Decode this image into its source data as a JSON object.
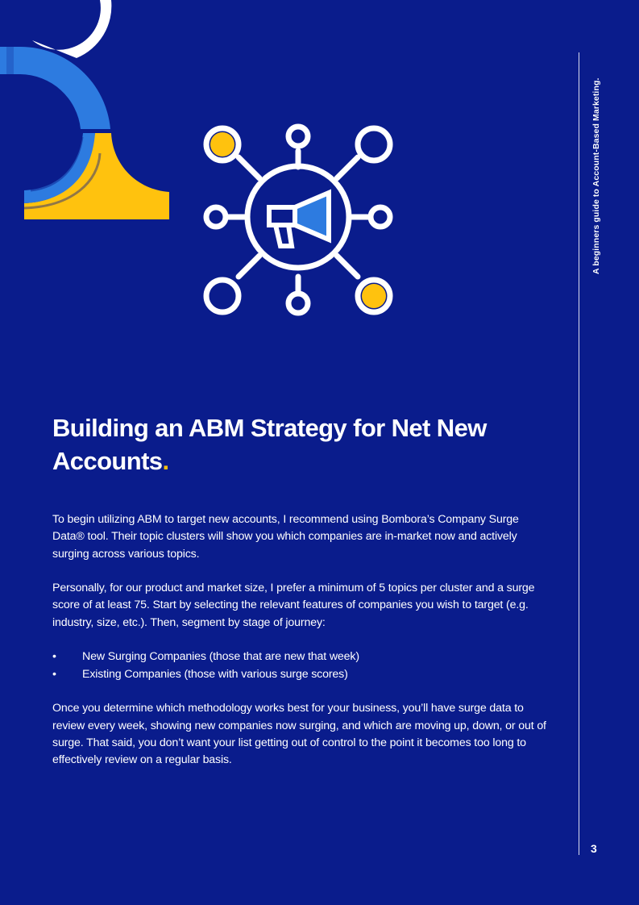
{
  "colors": {
    "background": "#0a1c8c",
    "accent_yellow": "#ffc20e",
    "accent_blue": "#2d7be0",
    "white": "#ffffff"
  },
  "icons": {
    "corner_decoration": "abstract-shapes-decoration",
    "hub": "megaphone-network-icon"
  },
  "sidebar": {
    "text": "A beginners guide to Account-Based Marketing."
  },
  "page_number": "3",
  "title": {
    "text": "Building an ABM Strategy for Net New Accounts",
    "accent": "."
  },
  "body": {
    "paragraph_1": "To begin utilizing ABM to target new accounts, I recommend using Bombora’s Company Surge Data® tool. Their topic clusters will show you which companies are in-market now and actively surging across various topics.",
    "paragraph_2": "Personally, for our product and market size, I prefer a minimum of 5 topics per cluster and a surge score of at least 75. Start by selecting the relevant features of companies you wish to target (e.g. industry, size, etc.). Then, segment by stage of journey:",
    "bullet_symbol": "•",
    "bullets": [
      "New Surging Companies (those that are new that week)",
      "Existing Companies (those with various surge scores)"
    ],
    "paragraph_3": "Once you determine which methodology works best for your business, you’ll have surge data to review every week, showing new companies now surging, and which are moving up, down, or out of surge. That said, you don’t want your list getting out of control to the point it becomes too long to effectively review on a regular basis."
  }
}
